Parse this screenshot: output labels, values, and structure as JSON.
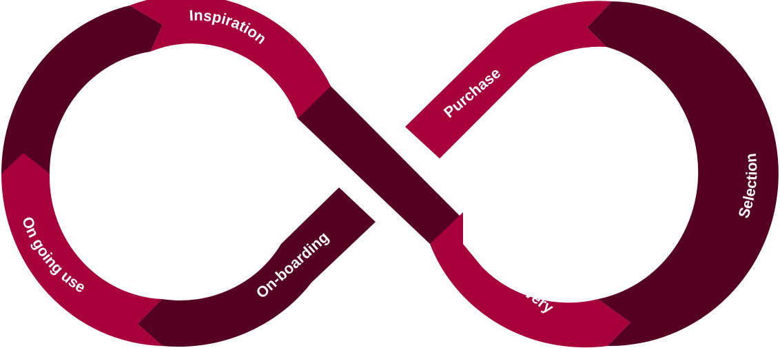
{
  "diagram": {
    "colors": {
      "crimson": "#a8003b",
      "maroon": "#550020",
      "background": "#ffffff"
    },
    "stages": [
      {
        "id": "inspiration",
        "label": "Inspiration"
      },
      {
        "id": "purchase",
        "label": "Purchase"
      },
      {
        "id": "selection",
        "label": "Selection"
      },
      {
        "id": "discovery",
        "label": "Discovery"
      },
      {
        "id": "on-boarding",
        "label": "On-boarding"
      },
      {
        "id": "on-going-use",
        "label": "On going use"
      }
    ]
  }
}
